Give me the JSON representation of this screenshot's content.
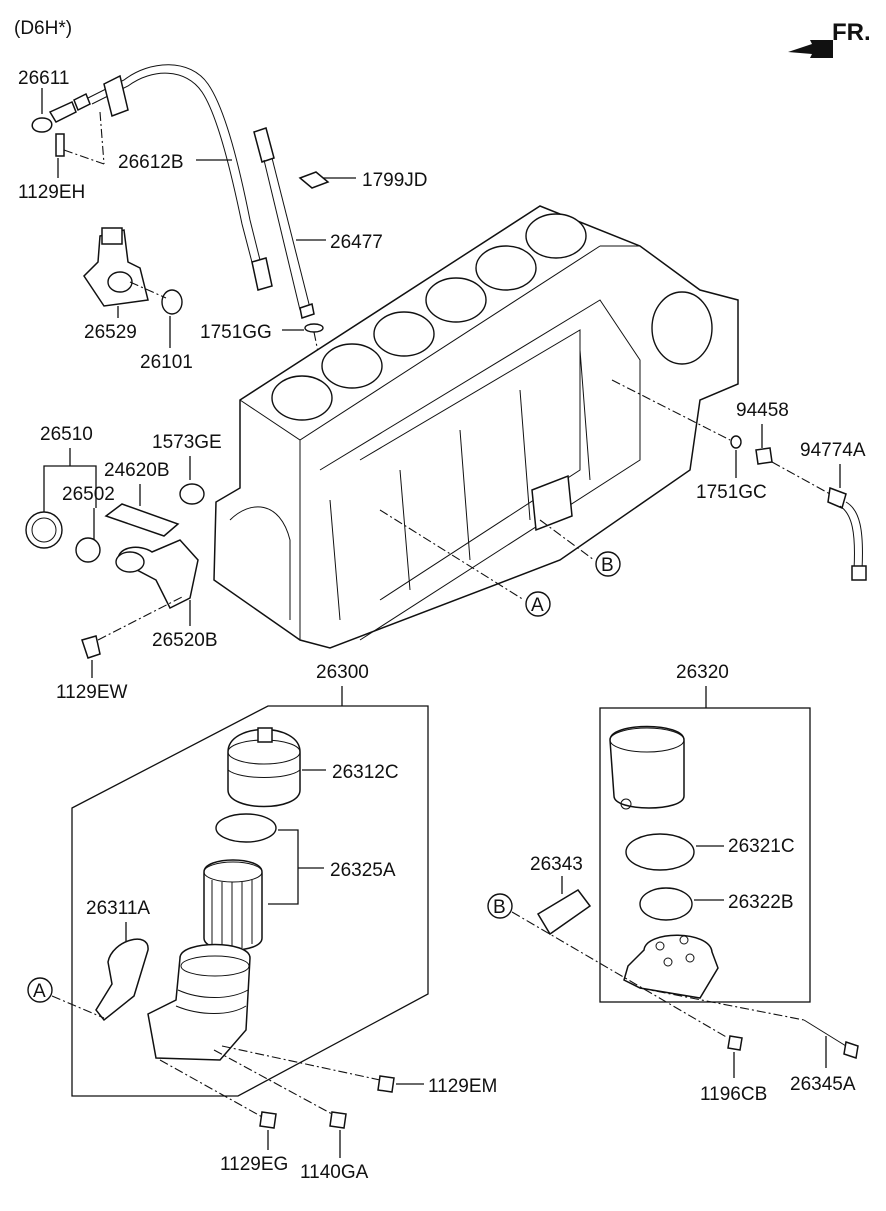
{
  "variant": "(D6H*)",
  "direction": "FR.",
  "labels": {
    "p26611": "26611",
    "p1129EH": "1129EH",
    "p26612B": "26612B",
    "p1799JD": "1799JD",
    "p26477": "26477",
    "p26529": "26529",
    "p26101": "26101",
    "p1751GG": "1751GG",
    "p26510": "26510",
    "p24620B": "24620B",
    "p26502": "26502",
    "p1573GE": "1573GE",
    "p26520B": "26520B",
    "p1129EW": "1129EW",
    "p94458": "94458",
    "p94774A": "94774A",
    "p1751GC": "1751GC",
    "p26300": "26300",
    "p26312C": "26312C",
    "p26325A": "26325A",
    "p26311A": "26311A",
    "p1129EM": "1129EM",
    "p1129EG": "1129EG",
    "p1140GA": "1140GA",
    "p26320": "26320",
    "p26343": "26343",
    "p26321C": "26321C",
    "p26322B": "26322B",
    "p1196CB": "1196CB",
    "p26345A": "26345A"
  },
  "refs": {
    "a": "A",
    "b": "B"
  }
}
